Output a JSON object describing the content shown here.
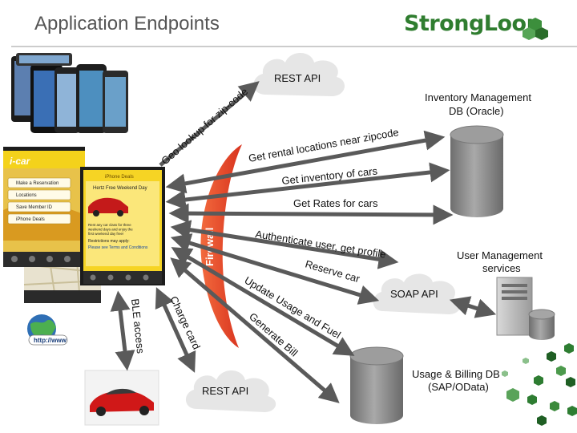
{
  "slide": {
    "title": "Application Endpoints",
    "brand": "StrongLoop"
  },
  "nodes": {
    "rest_api_top": "REST API",
    "rest_api_bottom": "REST API",
    "soap_api": "SOAP API",
    "inventory_db_line1": "Inventory Management",
    "inventory_db_line2": "DB (Oracle)",
    "user_mgmt_line1": "User Management",
    "user_mgmt_line2": "services",
    "billing_db_line1": "Usage & Billing DB",
    "billing_db_line2": "(SAP/OData)",
    "firewall": "Firewall"
  },
  "connections": {
    "geo_lookup": "Geo lookup for zip-code",
    "rental_locations": "Get rental locations near zipcode",
    "inventory": "Get inventory of cars",
    "rates": "Get Rates for cars",
    "authenticate": "Authenticate user, get profile",
    "reserve": "Reserve car",
    "usage_fuel": "Update Usage and Fuel",
    "generate_bill": "Generate Bill",
    "charge_card": "Charge card",
    "ble_access": "BLE access"
  },
  "app": {
    "name": "i-car",
    "menu_items": [
      "Make a Reservation",
      "Locations",
      "Save Member ID",
      "iPhone Deals"
    ],
    "deals_header": "iPhone Deals",
    "deal_title": "Hertz Free Weekend Day",
    "deal_body": "Rent any car class for three weekend days and enjoy the first weekend day free!",
    "deal_note": "Restrictions may apply:",
    "deal_link": "Please see Terms and Conditions"
  },
  "globe_label": "http://www",
  "colors": {
    "title": "#555555",
    "brand": "#2f7d2f",
    "firewall": "#e8442a",
    "arrow": "#5a5a5a",
    "cloud": "#e6e6e6",
    "database": "#8a8a8a",
    "hexagon": "#2e7d32"
  }
}
